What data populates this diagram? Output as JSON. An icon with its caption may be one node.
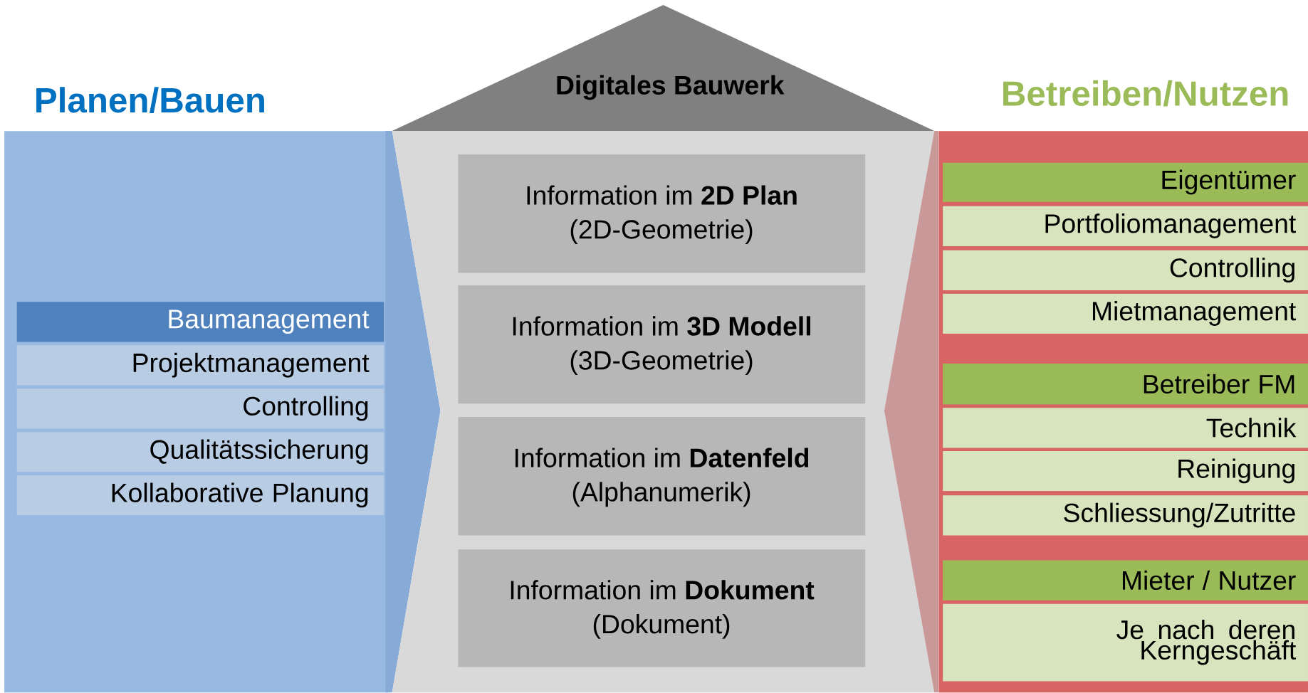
{
  "diagram": {
    "nodes": [
      {
        "text": [
          "Planen/Bauen"
        ]
      },
      {
        "text": [
          "Baumanagement"
        ],
        "in": 0
      },
      {
        "text": [
          "Projektmanagement"
        ],
        "in": 0
      },
      {
        "text": [
          "Controlling"
        ],
        "in": 0
      },
      {
        "text": [
          "Qualitätssicherung"
        ],
        "in": 0
      },
      {
        "text": [
          "Kollaborative Planung"
        ],
        "in": 0
      },
      {
        "text": [
          "Digitales Bauwerk"
        ]
      },
      {
        "text": [
          "Information im **2D Plan**",
          "(2D-Geometrie)"
        ],
        "in": 6
      },
      {
        "text": [
          "Information im **3D Modell**",
          "(3D-Geometrie)"
        ],
        "in": 6
      },
      {
        "text": [
          "Information im **Datenfeld**",
          "(Alphanumerik)"
        ],
        "in": 6
      },
      {
        "text": [
          "Information im **Dokument**",
          "(Dokument)"
        ],
        "in": 6
      },
      {
        "text": [
          "Betreiben/Nutzen"
        ]
      },
      {
        "text": [
          "Eigentümer"
        ],
        "in": 11
      },
      {
        "text": [
          "Portfoliomanagement"
        ],
        "in": 11
      },
      {
        "text": [
          "Controlling"
        ],
        "in": 11
      },
      {
        "text": [
          "Mietmanagement"
        ],
        "in": 11
      },
      {
        "text": [
          "Betreiber FM"
        ],
        "in": 11
      },
      {
        "text": [
          "Technik"
        ],
        "in": 11
      },
      {
        "text": [
          "Reinigung"
        ],
        "in": 11
      },
      {
        "text": [
          "Schliessung/Zutritte"
        ],
        "in": 11
      },
      {
        "text": [
          "Mieter / Nutzer"
        ],
        "in": 11
      },
      {
        "text": [
          "Je nach deren Kerngeschäft"
        ],
        "in": 11
      }
    ]
  }
}
